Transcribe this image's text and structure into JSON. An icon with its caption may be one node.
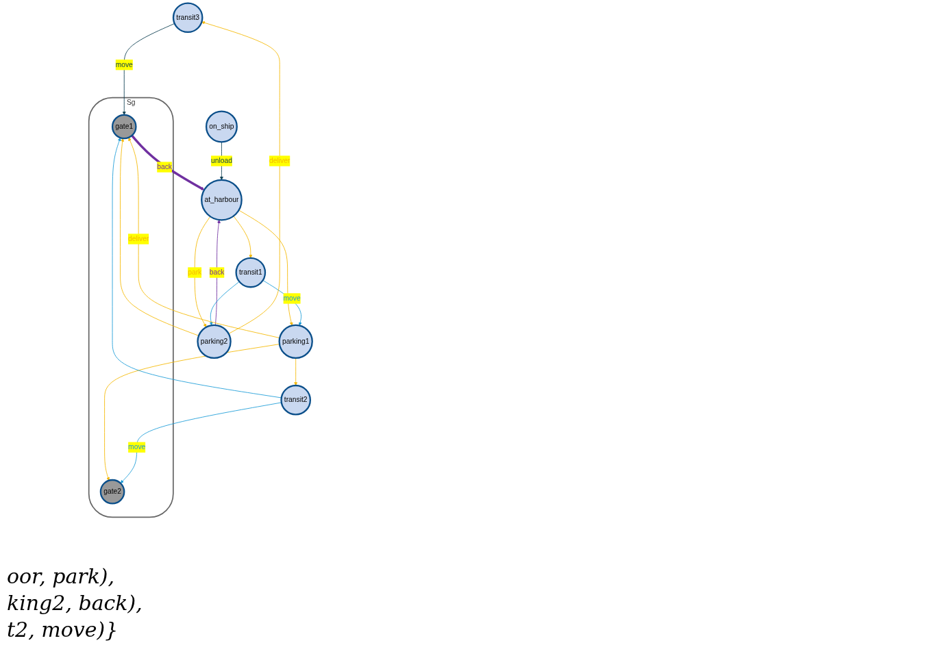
{
  "diagram": {
    "nodes": [
      {
        "text": [
          "transit3"
        ]
      },
      {
        "text": [
          "parking2"
        ]
      },
      {
        "text": [
          "Sg"
        ]
      },
      {
        "text": [
          "gate1"
        ],
        "in": 2
      },
      {
        "text": [
          "gate2"
        ],
        "in": 2
      },
      {
        "text": [
          "on_ship"
        ]
      },
      {
        "text": [
          "at_harbour"
        ]
      },
      {
        "text": [
          "parking1"
        ]
      },
      {
        "text": [
          "transit1"
        ]
      },
      {
        "text": [
          "transit2"
        ]
      }
    ],
    "edges": [
      {
        "from": 5,
        "to": 6,
        "arrow": "to",
        "label": "unload",
        "color": "#0b3d4f"
      },
      {
        "from": 3,
        "to": 6,
        "arrow": "to",
        "label": "back",
        "style": "thick",
        "color": "#7030a0"
      },
      {
        "from": 1,
        "to": 6,
        "arrow": "to",
        "label": "back",
        "color": "#7030a0"
      },
      {
        "from": 6,
        "to": 1,
        "arrow": "to",
        "label": "park"
      },
      {
        "from": 6,
        "to": 7,
        "arrow": "to"
      },
      {
        "from": 6,
        "to": 8,
        "arrow": "to"
      },
      {
        "from": 8,
        "to": 1,
        "arrow": "to",
        "color": "#1a9bd7"
      },
      {
        "from": 8,
        "to": 7,
        "arrow": "to",
        "label": "move",
        "color": "#1a9bd7"
      },
      {
        "from": 1,
        "to": 0,
        "arrow": "to",
        "label": "deliver"
      },
      {
        "from": 1,
        "to": 3,
        "arrow": "to"
      },
      {
        "from": 0,
        "to": 3,
        "arrow": "to",
        "label": "move",
        "color": "#0b3d4f"
      },
      {
        "from": 7,
        "to": 3,
        "arrow": "to",
        "label": "deliver"
      },
      {
        "from": 7,
        "to": 4,
        "arrow": "to"
      },
      {
        "from": 7,
        "to": 9,
        "arrow": "to"
      },
      {
        "from": 9,
        "to": 3,
        "arrow": "to",
        "color": "#1a9bd7"
      },
      {
        "from": 9,
        "to": 4,
        "arrow": "to",
        "label": "move",
        "color": "#1a9bd7"
      }
    ],
    "labels": [
      "oor, park),",
      "king2, back),",
      "t2, move)}"
    ]
  }
}
